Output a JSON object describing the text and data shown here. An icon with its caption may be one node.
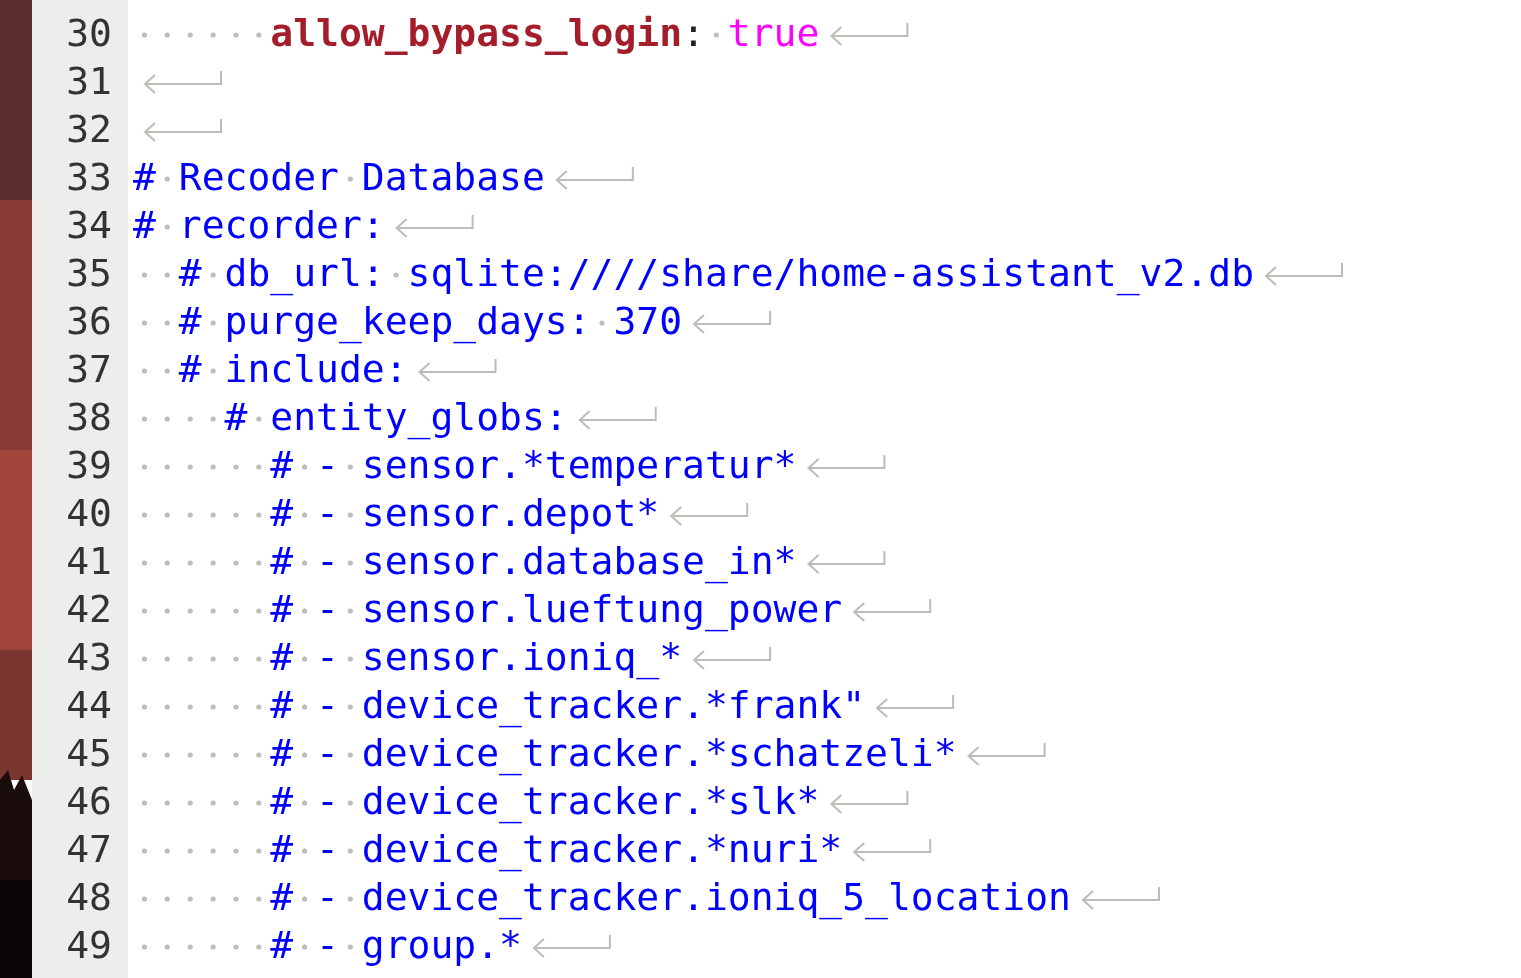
{
  "diagram": {
    "labels": [
      "30",
      "allow_bypass_login: true",
      "31",
      "32",
      "33",
      "# Recoder Database",
      "34",
      "# recorder:",
      "35",
      "# db_url: sqlite:////share/home-assistant_v2.db",
      "36",
      "# purge_keep_days: 370",
      "37",
      "# include:",
      "38",
      "# entity_globs:",
      "39",
      "# - sensor.*temperatur*",
      "40",
      "# - sensor.depot*",
      "41",
      "# - sensor.database_in*",
      "42",
      "# - sensor.lueftung_power",
      "43",
      "# - sensor.ioniq_*",
      "44",
      "# - device_tracker.*frank\"",
      "45",
      "# - device_tracker.*schatzeli*",
      "46",
      "# - device_tracker.*slk*",
      "47",
      "# - device_tracker.*nuri*",
      "48",
      "# - device_tracker.ioniq_5_location",
      "49",
      "# - group.*"
    ]
  }
}
